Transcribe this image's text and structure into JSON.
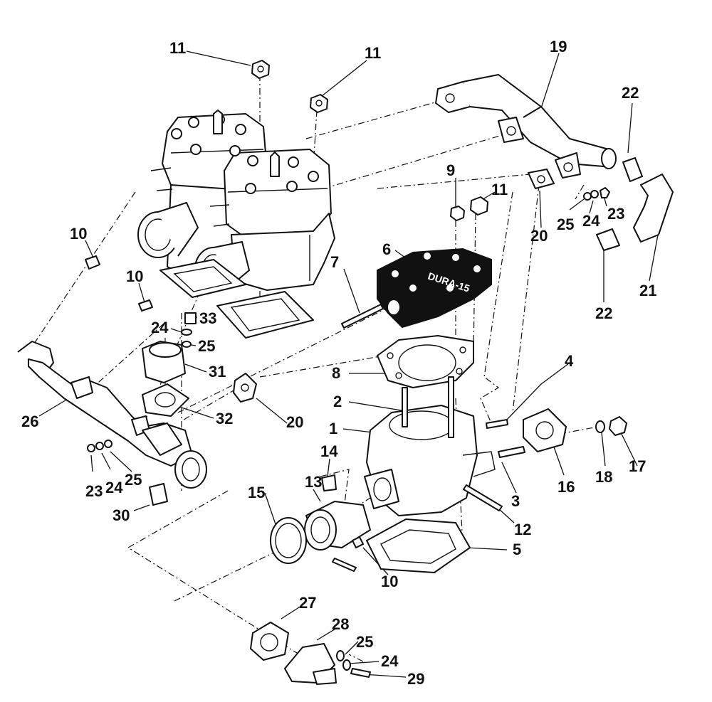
{
  "callouts": [
    "11",
    "11",
    "19",
    "22",
    "9",
    "11",
    "10",
    "6",
    "25",
    "24",
    "23",
    "20",
    "21",
    "22",
    "10",
    "7",
    "24",
    "33",
    "25",
    "31",
    "8",
    "4",
    "2",
    "26",
    "32",
    "20",
    "1",
    "14",
    "16",
    "18",
    "17",
    "3",
    "23",
    "24",
    "25",
    "13",
    "15",
    "12",
    "5",
    "30",
    "10",
    "27",
    "28",
    "25",
    "24",
    "29"
  ],
  "head_lettering": "DURA-15"
}
